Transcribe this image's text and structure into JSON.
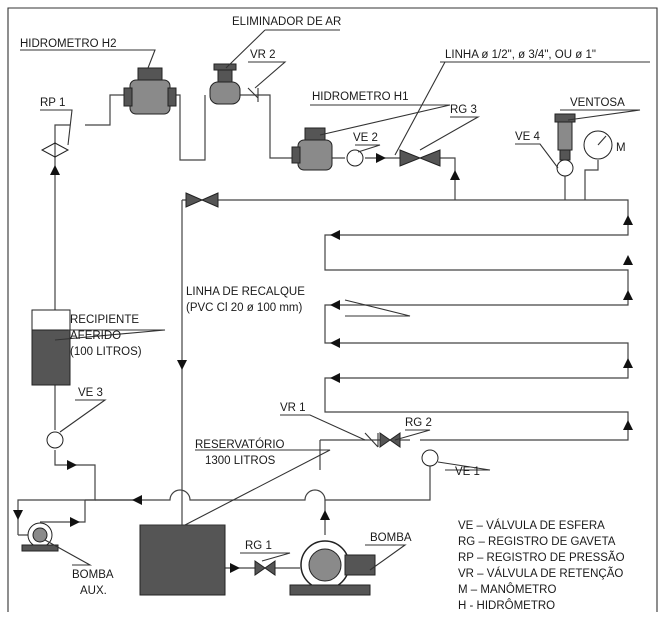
{
  "labels": {
    "eliminador": "ELIMINADOR DE AR",
    "hidrometro_h2": "HIDROMETRO H2",
    "vr2": "VR 2",
    "linha": "LINHA ø 1/2\", ø 3/4\", OU ø 1\"",
    "rp1": "RP 1",
    "hidrometro_h1": "HIDROMETRO H1",
    "ve2": "VE 2",
    "rg3": "RG 3",
    "ventosa": "VENTOSA",
    "ve4": "VE 4",
    "m": "M",
    "linha_recalque_1": "LINHA DE RECALQUE",
    "linha_recalque_2": "(PVC Cl 20 ø 100 mm)",
    "recipiente_1": "RECIPIENTE",
    "recipiente_2": "AFERIDO",
    "recipiente_3": "(100 LITROS)",
    "ve3": "VE 3",
    "vr1": "VR 1",
    "rg2": "RG 2",
    "reservatorio_1": "RESERVATÓRIO",
    "reservatorio_2": "1300 LITROS",
    "ve1": "VE 1",
    "rg1": "RG 1",
    "bomba": "BOMBA",
    "bomba_aux_1": "BOMBA",
    "bomba_aux_2": "AUX."
  },
  "legend": [
    "VE – VÁLVULA DE ESFERA",
    "RG – REGISTRO DE GAVETA",
    "RP – REGISTRO DE PRESSÃO",
    "VR – VÁLVULA DE RETENÇÃO",
    "M – MANÔMETRO",
    "H - HIDRÔMETRO"
  ]
}
